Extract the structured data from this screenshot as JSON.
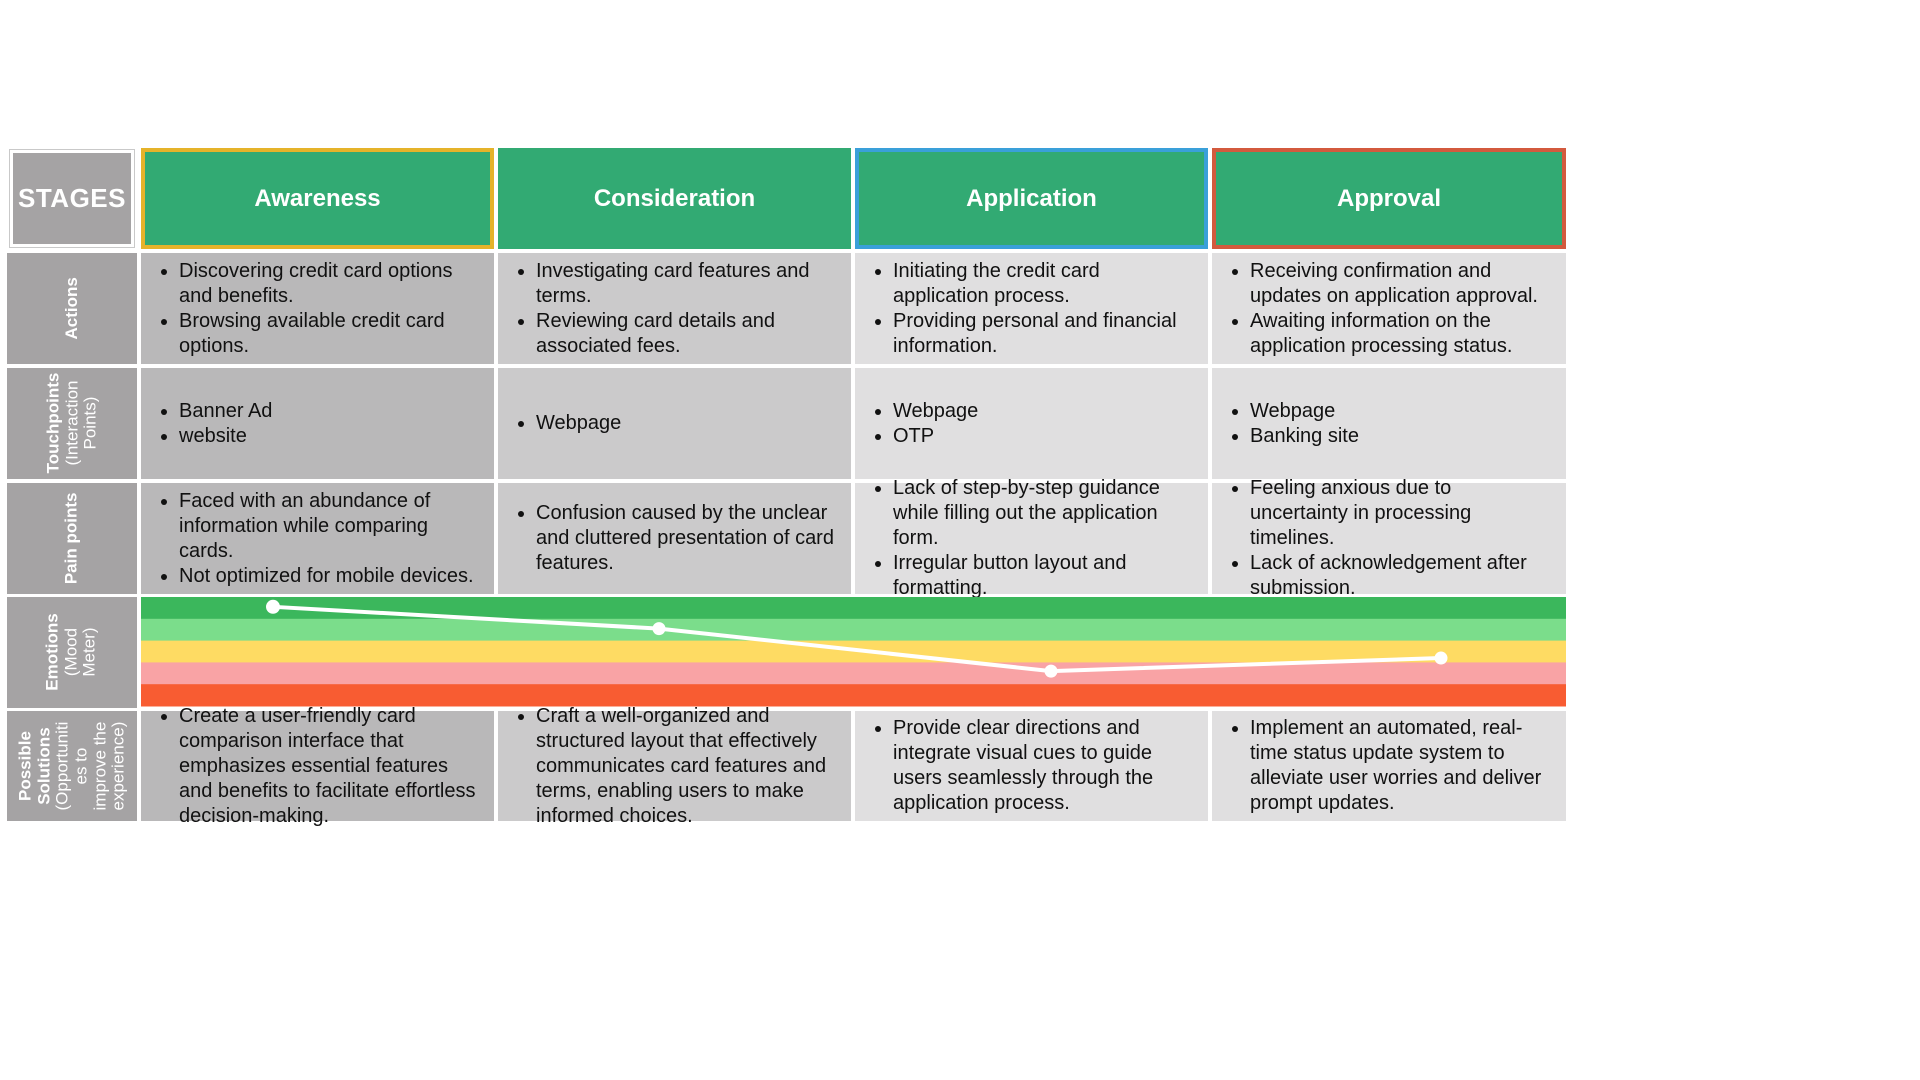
{
  "header": {
    "stages_label": "STAGES",
    "stages": [
      {
        "name": "Awareness",
        "border_color": "#e5b32a"
      },
      {
        "name": "Consideration",
        "border_color": "#32aa73"
      },
      {
        "name": "Application",
        "border_color": "#3aa0d9"
      },
      {
        "name": "Approval",
        "border_color": "#d35a3e"
      }
    ]
  },
  "rows": {
    "actions": {
      "label": [
        "Actions"
      ],
      "cells": [
        [
          "Discovering credit card options and benefits.",
          "Browsing available credit card options."
        ],
        [
          "Investigating card features and terms.",
          "Reviewing card details and associated fees."
        ],
        [
          "Initiating the credit card application process.",
          "Providing personal and financial information."
        ],
        [
          "Receiving confirmation and updates on application approval.",
          "Awaiting information on the application processing status."
        ]
      ]
    },
    "touchpoints": {
      "label_strong": "Touchpoints",
      "label_light": [
        "(Interaction",
        "Points)"
      ],
      "cells": [
        [
          "Banner Ad",
          "website"
        ],
        [
          "Webpage"
        ],
        [
          "Webpage",
          "OTP"
        ],
        [
          "Webpage",
          "Banking site"
        ]
      ]
    },
    "pain_points": {
      "label": [
        "Pain points"
      ],
      "cells": [
        [
          "Faced with an abundance of information while comparing cards.",
          "Not optimized for mobile devices."
        ],
        [
          "Confusion caused by the unclear and cluttered presentation of card features."
        ],
        [
          "Lack of step-by-step guidance while filling out the application form.",
          "Irregular button layout and formatting."
        ],
        [
          "Feeling anxious due to uncertainty in processing timelines.",
          "Lack of acknowledgement after submission."
        ]
      ]
    },
    "emotions": {
      "label_strong": "Emotions",
      "label_light": [
        "(Mood",
        "Meter)"
      ],
      "band_colors": [
        "#3bb75c",
        "#7bdd8b",
        "#fedb63",
        "#f9a3a5",
        "#f85c32"
      ],
      "line_color": "#ffffff",
      "mood_levels": [
        0.09,
        0.29,
        0.68,
        0.56
      ]
    },
    "solutions": {
      "label_strong": [
        "Possible",
        "Solutions"
      ],
      "label_light": [
        "(Opportuniti",
        "es to",
        "improve the",
        "experience)"
      ],
      "cells": [
        [
          "Create a user-friendly card comparison interface that emphasizes essential features and benefits to facilitate effortless decision-making."
        ],
        [
          "Craft a well-organized and structured layout that effectively communicates card features and terms, enabling users to make informed choices."
        ],
        [
          "Provide clear directions and integrate visual cues to guide users seamlessly through the application process."
        ],
        [
          "Implement an automated, real-time status update system to alleviate user worries and deliver prompt updates."
        ]
      ]
    }
  }
}
